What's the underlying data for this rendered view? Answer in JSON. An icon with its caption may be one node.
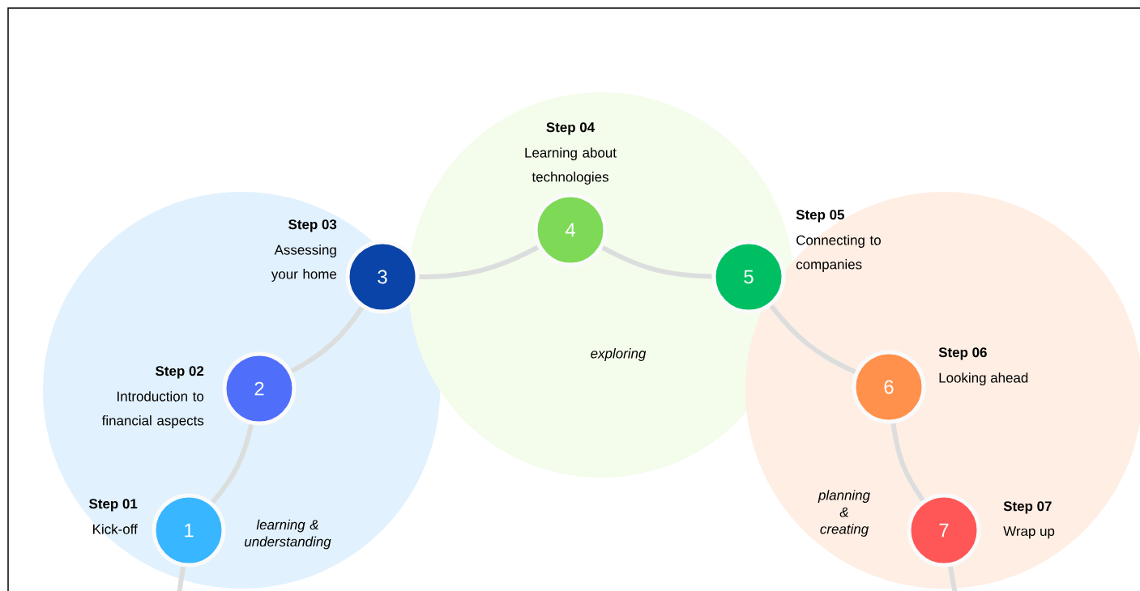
{
  "diagram": {
    "nodes": [
      {
        "text": [
          "learning & understanding"
        ]
      },
      {
        "text": [
          "1"
        ],
        "in": 0,
        "beside": [
          "Step 01",
          "Kick-off"
        ]
      },
      {
        "text": [
          "2"
        ],
        "in": 0,
        "beside": [
          "Step 02",
          "Introduction to financial aspects"
        ]
      },
      {
        "text": [
          "3"
        ],
        "in": 0,
        "beside": [
          "Step 03",
          "Assessing your home"
        ]
      },
      {
        "text": [
          "exploring"
        ]
      },
      {
        "text": [
          "4"
        ],
        "in": 4,
        "beside": [
          "Step 04",
          "Learning about technologies"
        ]
      },
      {
        "text": [
          "5"
        ],
        "in": 4,
        "beside": [
          "Step 05",
          "Connecting to companies"
        ]
      },
      {
        "text": [
          "planning & creating"
        ]
      },
      {
        "text": [
          "6"
        ],
        "in": 7,
        "beside": [
          "Step 06",
          "Looking ahead"
        ]
      },
      {
        "text": [
          "7"
        ],
        "in": 7,
        "beside": [
          "Step 07",
          "Wrap up"
        ]
      }
    ],
    "edges": [
      {
        "from": null,
        "to": 1,
        "arrow": "none"
      },
      {
        "from": 1,
        "to": 2,
        "arrow": "none"
      },
      {
        "from": 2,
        "to": 3,
        "arrow": "none"
      },
      {
        "from": 3,
        "to": 5,
        "arrow": "none"
      },
      {
        "from": 5,
        "to": 6,
        "arrow": "none"
      },
      {
        "from": 6,
        "to": 8,
        "arrow": "none"
      },
      {
        "from": 8,
        "to": 9,
        "arrow": "none"
      },
      {
        "from": 9,
        "to": null,
        "arrow": "none"
      }
    ]
  }
}
